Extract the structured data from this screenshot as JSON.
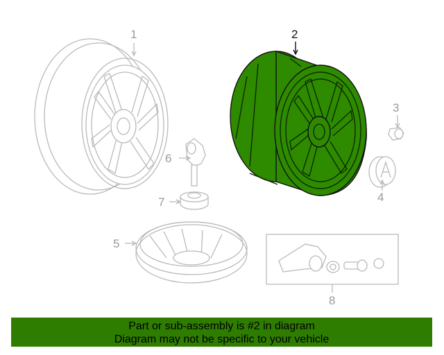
{
  "callouts": {
    "c1": "1",
    "c2": "2",
    "c3": "3",
    "c4": "4",
    "c5": "5",
    "c6": "6",
    "c7": "7",
    "c8": "8"
  },
  "highlighted_part": "2",
  "colors": {
    "highlight": "#2e8b00",
    "banner": "#2f7d00",
    "ghost": "#b9b9b9"
  },
  "banner": {
    "line1": "Part or sub-assembly is #2 in diagram",
    "line2": "Diagram may not be specific to your vehicle"
  }
}
